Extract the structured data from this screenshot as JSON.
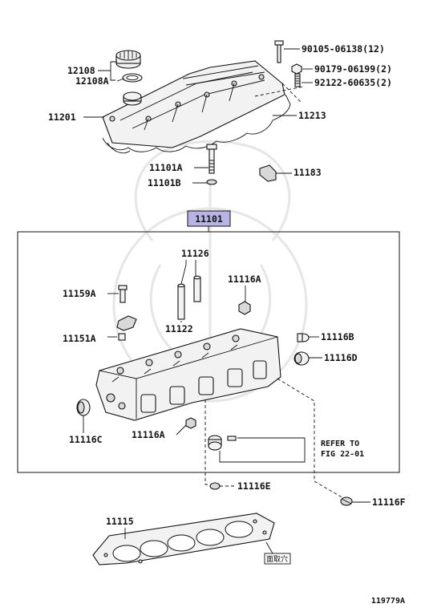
{
  "figure_code": "119779A",
  "header_part": "11101",
  "header_highlight_color": "#b9b4e6",
  "gasket_stamp": "面取穴",
  "refer_note": [
    "REFER TO",
    "FIG 22-01"
  ],
  "parts": {
    "p12108": "12108",
    "p12108A": "12108A",
    "p11201": "11201",
    "p90105": "90105-06138(12)",
    "p90179": "90179-06199(2)",
    "p92122": "92122-60635(2)",
    "p11213": "11213",
    "p11101A": "11101A",
    "p11101B": "11101B",
    "p11183": "11183",
    "p11126": "11126",
    "p11159A": "11159A",
    "p11116A_top": "11116A",
    "p11122": "11122",
    "p11151A": "11151A",
    "p11116B": "11116B",
    "p11116D": "11116D",
    "p11116C": "11116C",
    "p11116A_bot": "11116A",
    "p11116E": "11116E",
    "p11116F": "11116F",
    "p11115": "11115"
  }
}
